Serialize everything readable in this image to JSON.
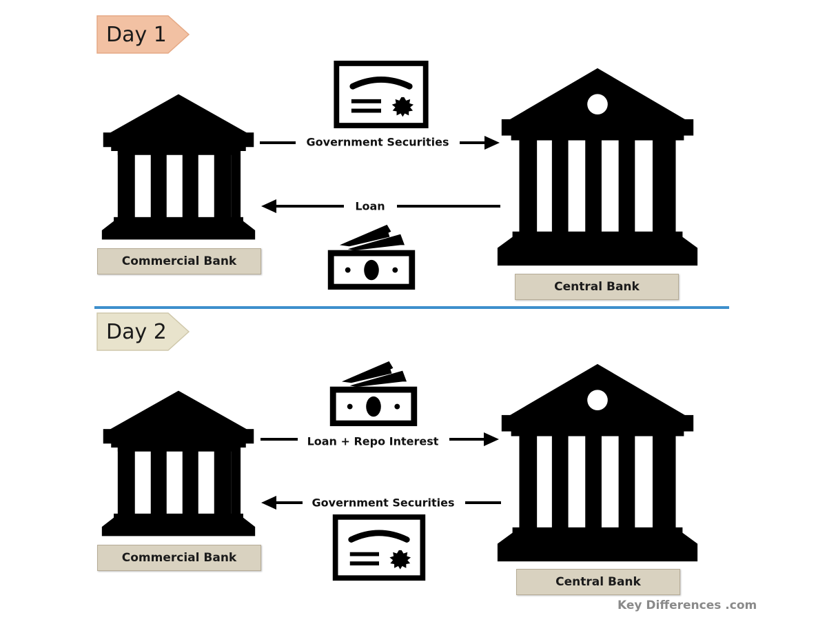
{
  "diagram": {
    "title": "Repo transaction between Commercial Bank and Central Bank",
    "colors": {
      "day1_tag": "#f2c1a3",
      "day2_tag": "#e8e3cc",
      "label_box": "#d9d2c0",
      "divider": "#3d8fcc",
      "icon": "#000000"
    },
    "day1": {
      "tag": "Day 1",
      "left_entity": "Commercial Bank",
      "right_entity": "Central Bank",
      "flows": [
        {
          "label": "Government Securities",
          "direction": "commercial-to-central",
          "icon": "certificate-icon"
        },
        {
          "label": "Loan",
          "direction": "central-to-commercial",
          "icon": "cash-icon"
        }
      ]
    },
    "day2": {
      "tag": "Day 2",
      "left_entity": "Commercial Bank",
      "right_entity": "Central Bank",
      "flows": [
        {
          "label": "Loan + Repo Interest",
          "direction": "commercial-to-central",
          "icon": "cash-icon"
        },
        {
          "label": "Government Securities",
          "direction": "central-to-commercial",
          "icon": "certificate-icon"
        }
      ]
    },
    "watermark": "Key Differences .com"
  }
}
